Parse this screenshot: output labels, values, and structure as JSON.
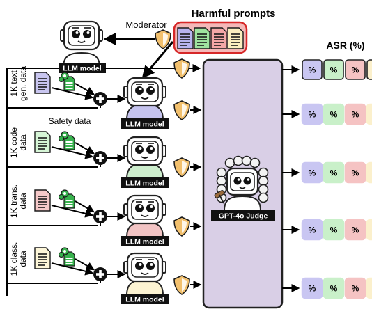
{
  "header": {
    "harmful_prompts": "Harmful prompts",
    "moderator": "Moderator",
    "asr": "ASR (%)"
  },
  "model_label": "LLM model",
  "judge_label": "GPT-4o Judge",
  "safety_label": "Safety data",
  "datasets": [
    {
      "lines": [
        "1K text",
        "gen. data"
      ],
      "color": "#c9c6f0"
    },
    {
      "lines": [
        "1K code",
        "data"
      ],
      "color": "#d6f5d6"
    },
    {
      "lines": [
        "1K trans.",
        "data"
      ],
      "color": "#f6c9c9"
    },
    {
      "lines": [
        "1K class.",
        "data"
      ],
      "color": "#fdf6d8"
    }
  ],
  "asr_cell": "%",
  "colors": {
    "judge": "#d9cfe6",
    "harmful_bg": "#f4b8b8",
    "harmful_border": "#d62728",
    "shield": "#e8a94a",
    "safety_green": "#2ca02c",
    "robot_blue": "#c5c3ee",
    "robot_green": "#cdeecd",
    "robot_red": "#f2c4c4",
    "robot_yellow": "#fcf3d2",
    "cell_blue": "#c9c6f2",
    "cell_green": "#c9f0c9",
    "cell_red": "#f5c3c3",
    "cell_yellow": "#fbf0cc"
  }
}
